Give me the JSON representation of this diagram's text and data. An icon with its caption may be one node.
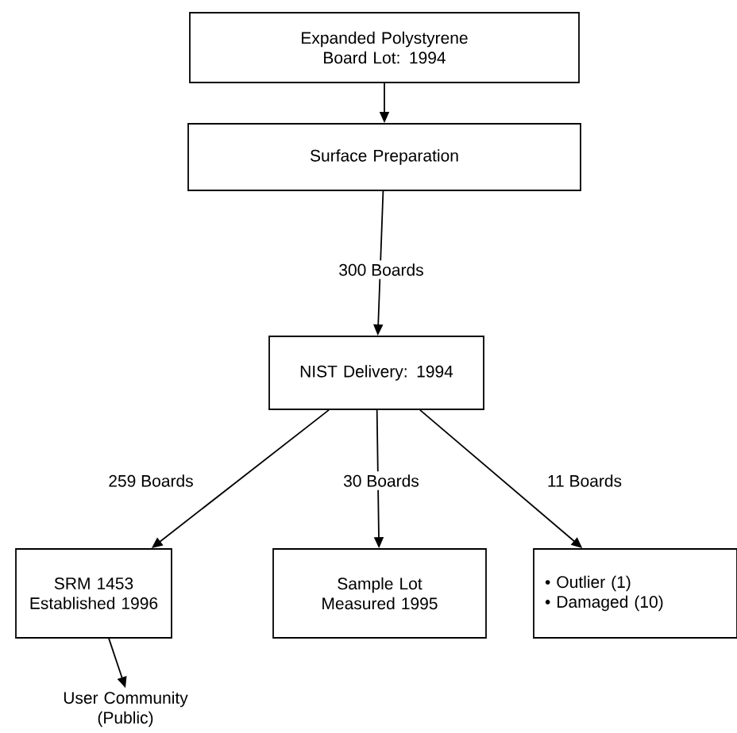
{
  "diagram": {
    "nodes": [
      {
        "text": [
          "Expanded Polystyrene Board Lot: 1994"
        ]
      },
      {
        "text": [
          "Surface Preparation"
        ]
      },
      {
        "text": [
          "NIST Delivery: 1994"
        ]
      },
      {
        "text": [
          "SRM 1453 Established 1996"
        ]
      },
      {
        "text": [
          "Sample Lot Measured 1995"
        ]
      },
      {
        "text": [
          "• Outlier (1)",
          "• Damaged (10)"
        ]
      },
      {
        "text": [
          "User Community (Public)"
        ]
      }
    ],
    "edges": [
      {
        "from": 0,
        "to": 1,
        "arrow": "to"
      },
      {
        "from": 1,
        "to": 2,
        "arrow": "to",
        "label": "300 Boards"
      },
      {
        "from": 2,
        "to": 3,
        "arrow": "to",
        "label": "259 Boards"
      },
      {
        "from": 2,
        "to": 4,
        "arrow": "to",
        "label": "30 Boards"
      },
      {
        "from": 2,
        "to": 5,
        "arrow": "to",
        "label": "11 Boards"
      },
      {
        "from": 3,
        "to": 6,
        "arrow": "to"
      }
    ]
  }
}
